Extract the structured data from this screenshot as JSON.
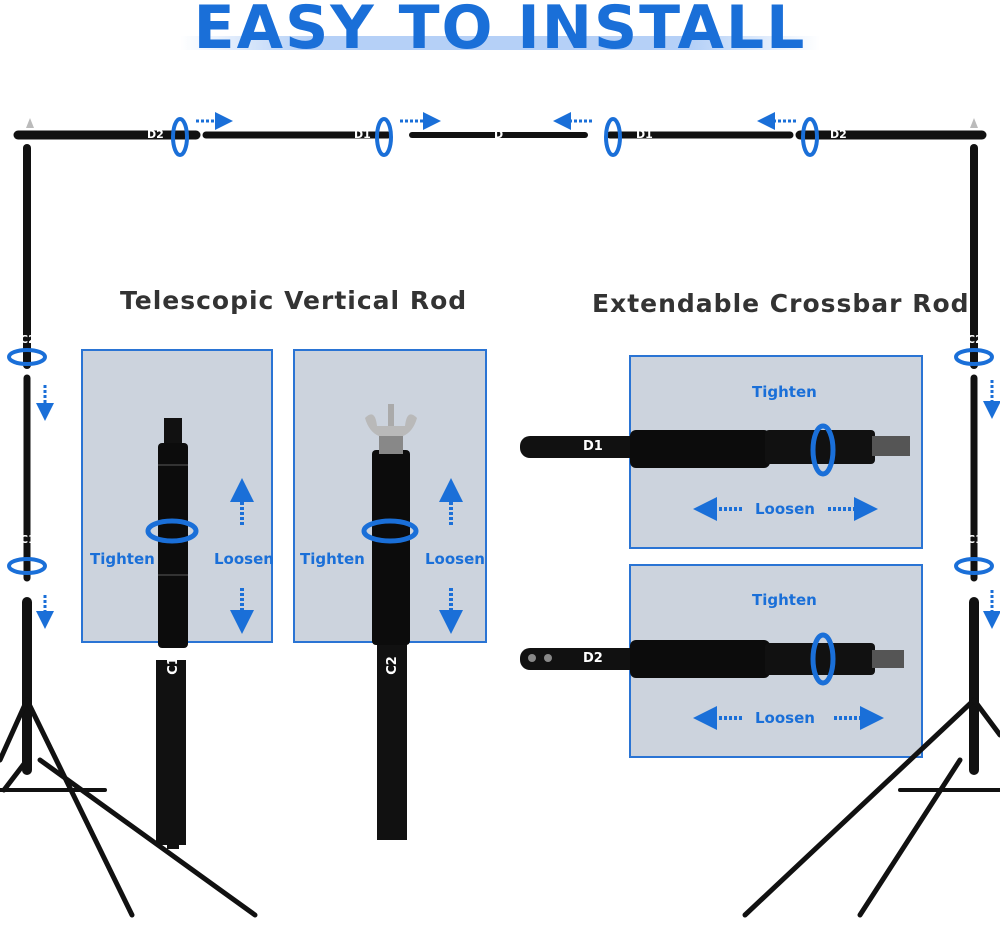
{
  "title": "EASY TO INSTALL",
  "sections": {
    "vertical_rod": "Telescopic Vertical Rod",
    "crossbar_rod": "Extendable Crossbar Rod"
  },
  "panels": {
    "c1": {
      "tighten": "Tighten",
      "loosen": "Loosen",
      "label": "C1"
    },
    "c2": {
      "tighten": "Tighten",
      "loosen": "Loosen",
      "label": "C2"
    },
    "d1": {
      "tighten": "Tighten",
      "loosen": "Loosen",
      "label": "D1"
    },
    "d2": {
      "tighten": "Tighten",
      "loosen": "Loosen",
      "label": "D2"
    }
  },
  "crossbar_segments": [
    "D2",
    "D1",
    "D",
    "D1",
    "D2"
  ],
  "vertical_segments": [
    "C2",
    "C1"
  ],
  "colors": {
    "accent": "#1a6fd8",
    "panel_border": "#2a74d4",
    "rod": "#111111",
    "panel_bg": "#ccd3dd"
  }
}
